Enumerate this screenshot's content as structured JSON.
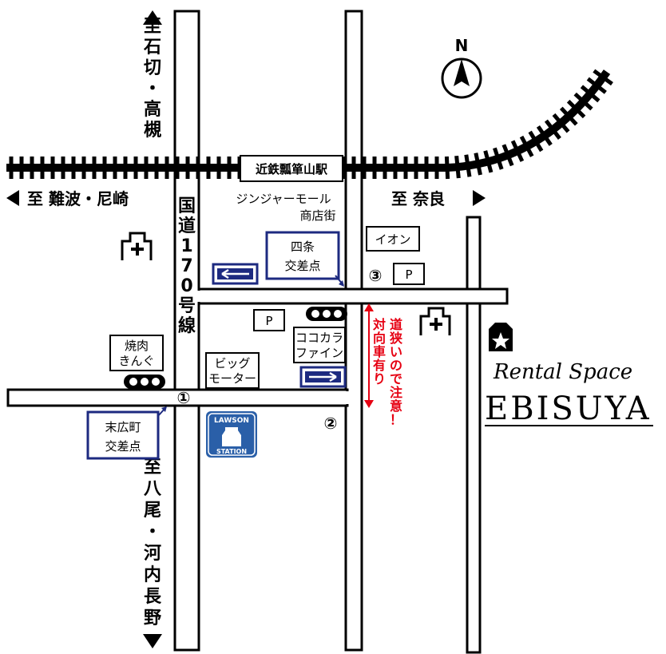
{
  "station": {
    "name": "近鉄瓢箪山駅"
  },
  "shopping_street": {
    "line1": "ジンジャーモール",
    "line2": "商店街"
  },
  "directions": {
    "north_vertical": "至石切・高槻",
    "west": "至 難波・尼崎",
    "east": "至 奈良",
    "south_vertical": "至八尾・河内長野"
  },
  "route": {
    "vertical": "国道170号線"
  },
  "intersections": {
    "shijo": {
      "line1": "四条",
      "line2": "交差点"
    },
    "suehiro": {
      "line1": "末広町",
      "line2": "交差点"
    }
  },
  "places": {
    "aeon": "イオン",
    "yakiniku": {
      "line1": "焼肉",
      "line2": "きんぐ"
    },
    "cococara": {
      "line1": "ココカラ",
      "line2": "ファイン"
    },
    "bigmotor": {
      "line1": "ビッグ",
      "line2": "モーター"
    },
    "lawson": {
      "line1": "LAWSON",
      "line2": "STATION"
    }
  },
  "parking_label": "P",
  "markers": {
    "m1": "①",
    "m2": "②",
    "m3": "③"
  },
  "warning": {
    "line1": "道狭いので注意！",
    "line2": "対向車有り"
  },
  "compass": {
    "label": "N"
  },
  "venue": {
    "tagline": "Rental Space",
    "name": "EBISUYA"
  },
  "colors": {
    "navy": "#1d2a80",
    "red": "#e60012",
    "black": "#000000"
  },
  "icons": [
    "hospital-icon",
    "traffic-light-icon",
    "arrow-left-icon",
    "arrow-right-icon",
    "north-arrow-icon",
    "star-icon",
    "lawson-logo"
  ]
}
